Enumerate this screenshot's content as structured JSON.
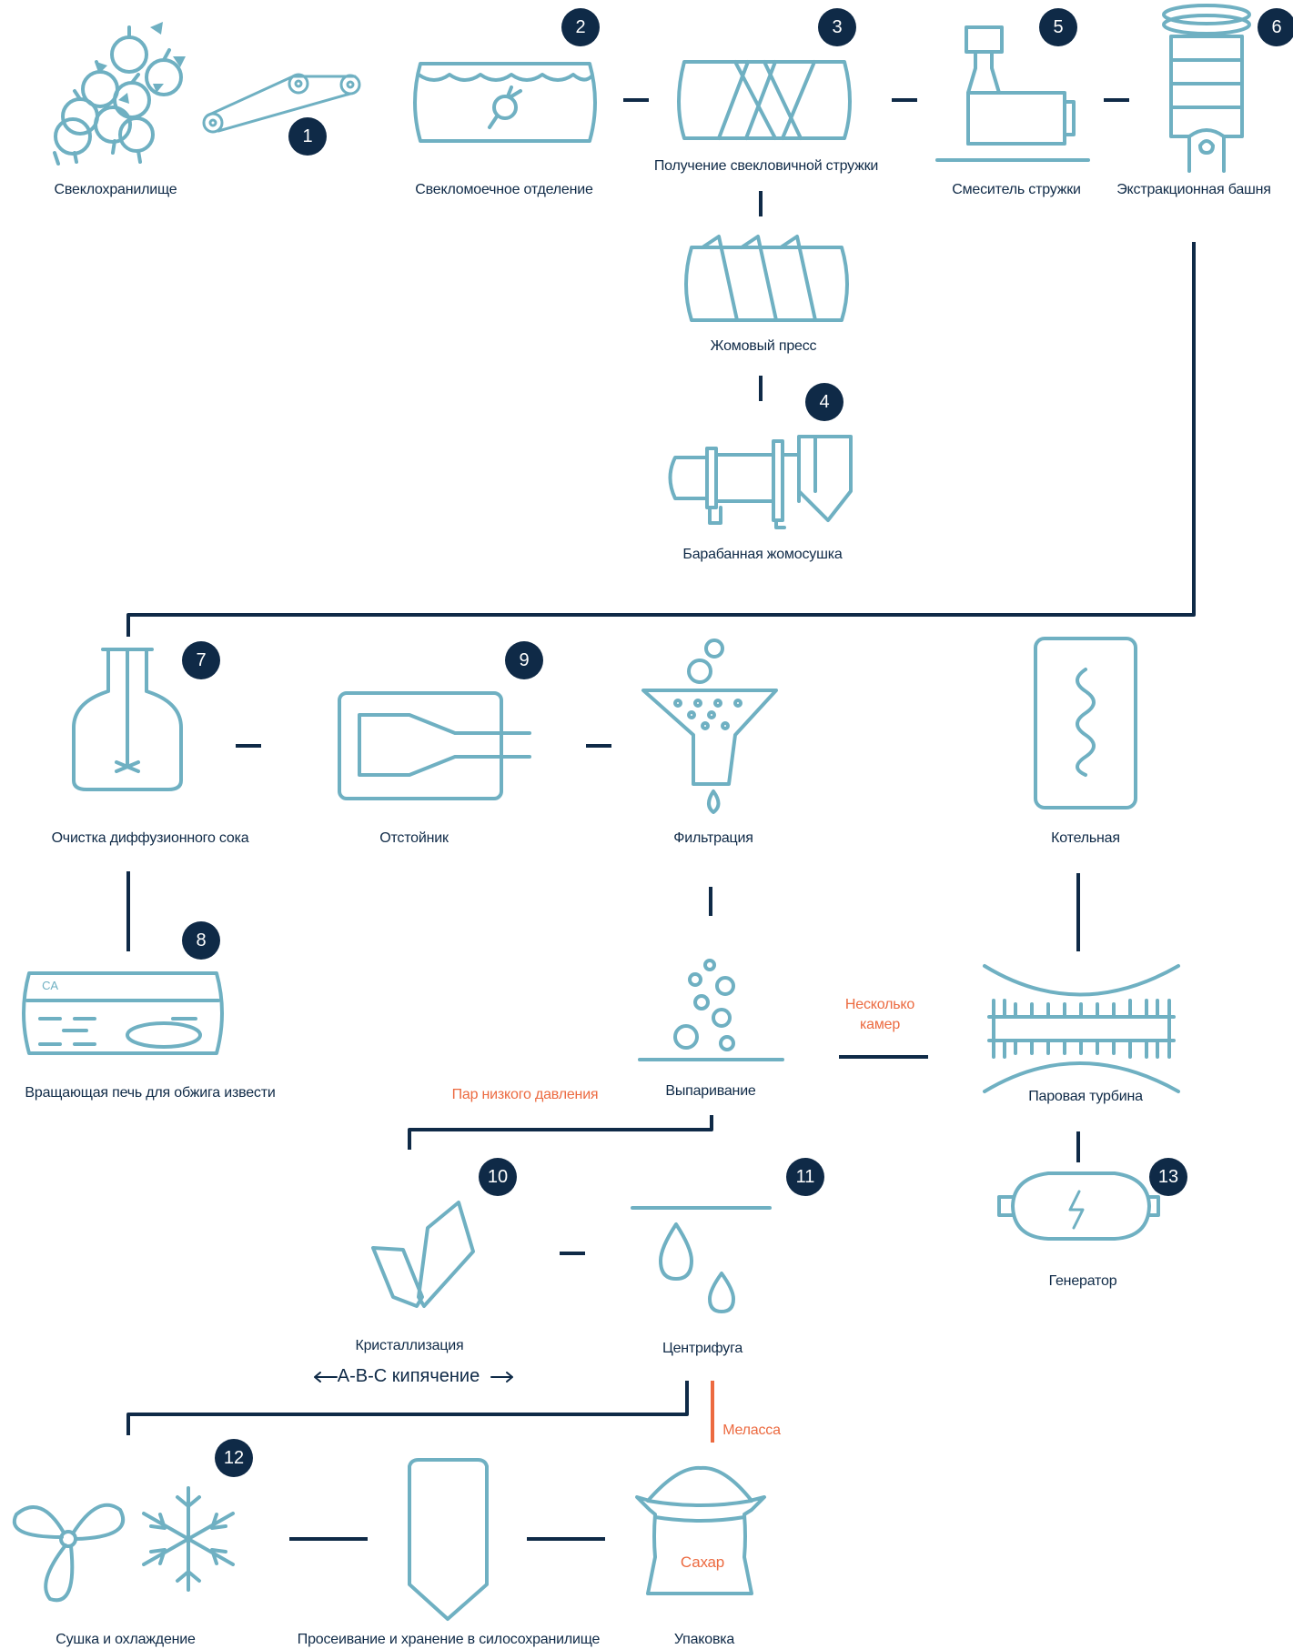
{
  "colors": {
    "navy": "#0f2a47",
    "teal": "#6fb0c2",
    "orange": "#ec6a40"
  },
  "labels": {
    "beet_storage": "Свеклохранилище",
    "washing": "Свекломоечное отделение",
    "cossettes": "Получение свекловичной стружки",
    "mixer": "Смеситель стружки",
    "tower": "Экстракционная башня",
    "press": "Жомовый пресс",
    "dryer": "Барабанная жомосушка",
    "juice": "Очистка диффузионного сока",
    "settler": "Отстойник",
    "filtration": "Фильтрация",
    "boiler": "Котельная",
    "kiln": "Вращающая печь для обжига извести",
    "evaporation": "Выпаривание",
    "turbine": "Паровая турбина",
    "several_chambers": "Несколько камер",
    "low_pressure": "Пар низкого давления",
    "generator": "Генератор",
    "crystallization": "Кристаллизация",
    "boiling": "A-B-C кипячение",
    "centrifuge": "Центрифуга",
    "molasses": "Мелaсса",
    "drying": "Сушка и охлаждение",
    "silo": "Просеивание и хранение в силосохранилище",
    "packing": "Упаковка",
    "sugar": "Сахар",
    "kiln_tag": "CA"
  },
  "badges": [
    "1",
    "2",
    "3",
    "4",
    "5",
    "6",
    "7",
    "8",
    "9",
    "10",
    "11",
    "12",
    "13"
  ]
}
